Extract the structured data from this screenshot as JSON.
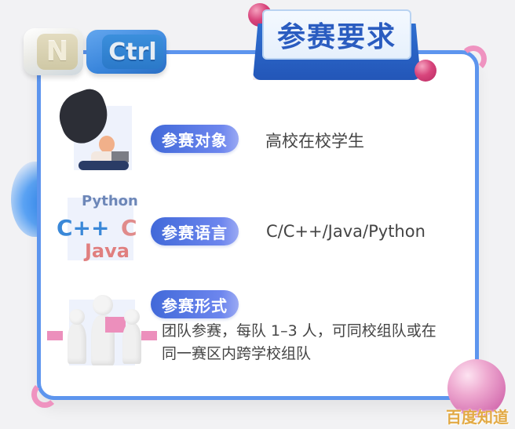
{
  "header": {
    "title": "参赛要求"
  },
  "keys": {
    "n_label": "N",
    "ctrl_label": "Ctrl"
  },
  "rows": [
    {
      "label": "参赛对象",
      "value": "高校在校学生",
      "icon": "student-laptop-illustration"
    },
    {
      "label": "参赛语言",
      "value": "C/C++/Java/Python",
      "icon": "programming-languages-illustration",
      "languages": [
        "Python",
        "C++",
        "C",
        "Java"
      ]
    },
    {
      "label": "参赛形式",
      "value": "团队参赛，每队 1–3 人，可同校组队或在同一赛区内跨学校组队",
      "value_lines": [
        "团队参赛，每队 1–3 人，可同校组队或在",
        "同一赛区内跨学校组队"
      ],
      "icon": "team-illustration"
    }
  ],
  "watermark": "百度知道",
  "colors": {
    "card_border": "#5d95ee",
    "title_text": "#2a5cc0",
    "pill_start": "#4169d9",
    "pill_end": "#9aa9f3",
    "accent_pink": "#d8457c",
    "watermark": "#e2a944",
    "background": "#f2f2f4"
  }
}
